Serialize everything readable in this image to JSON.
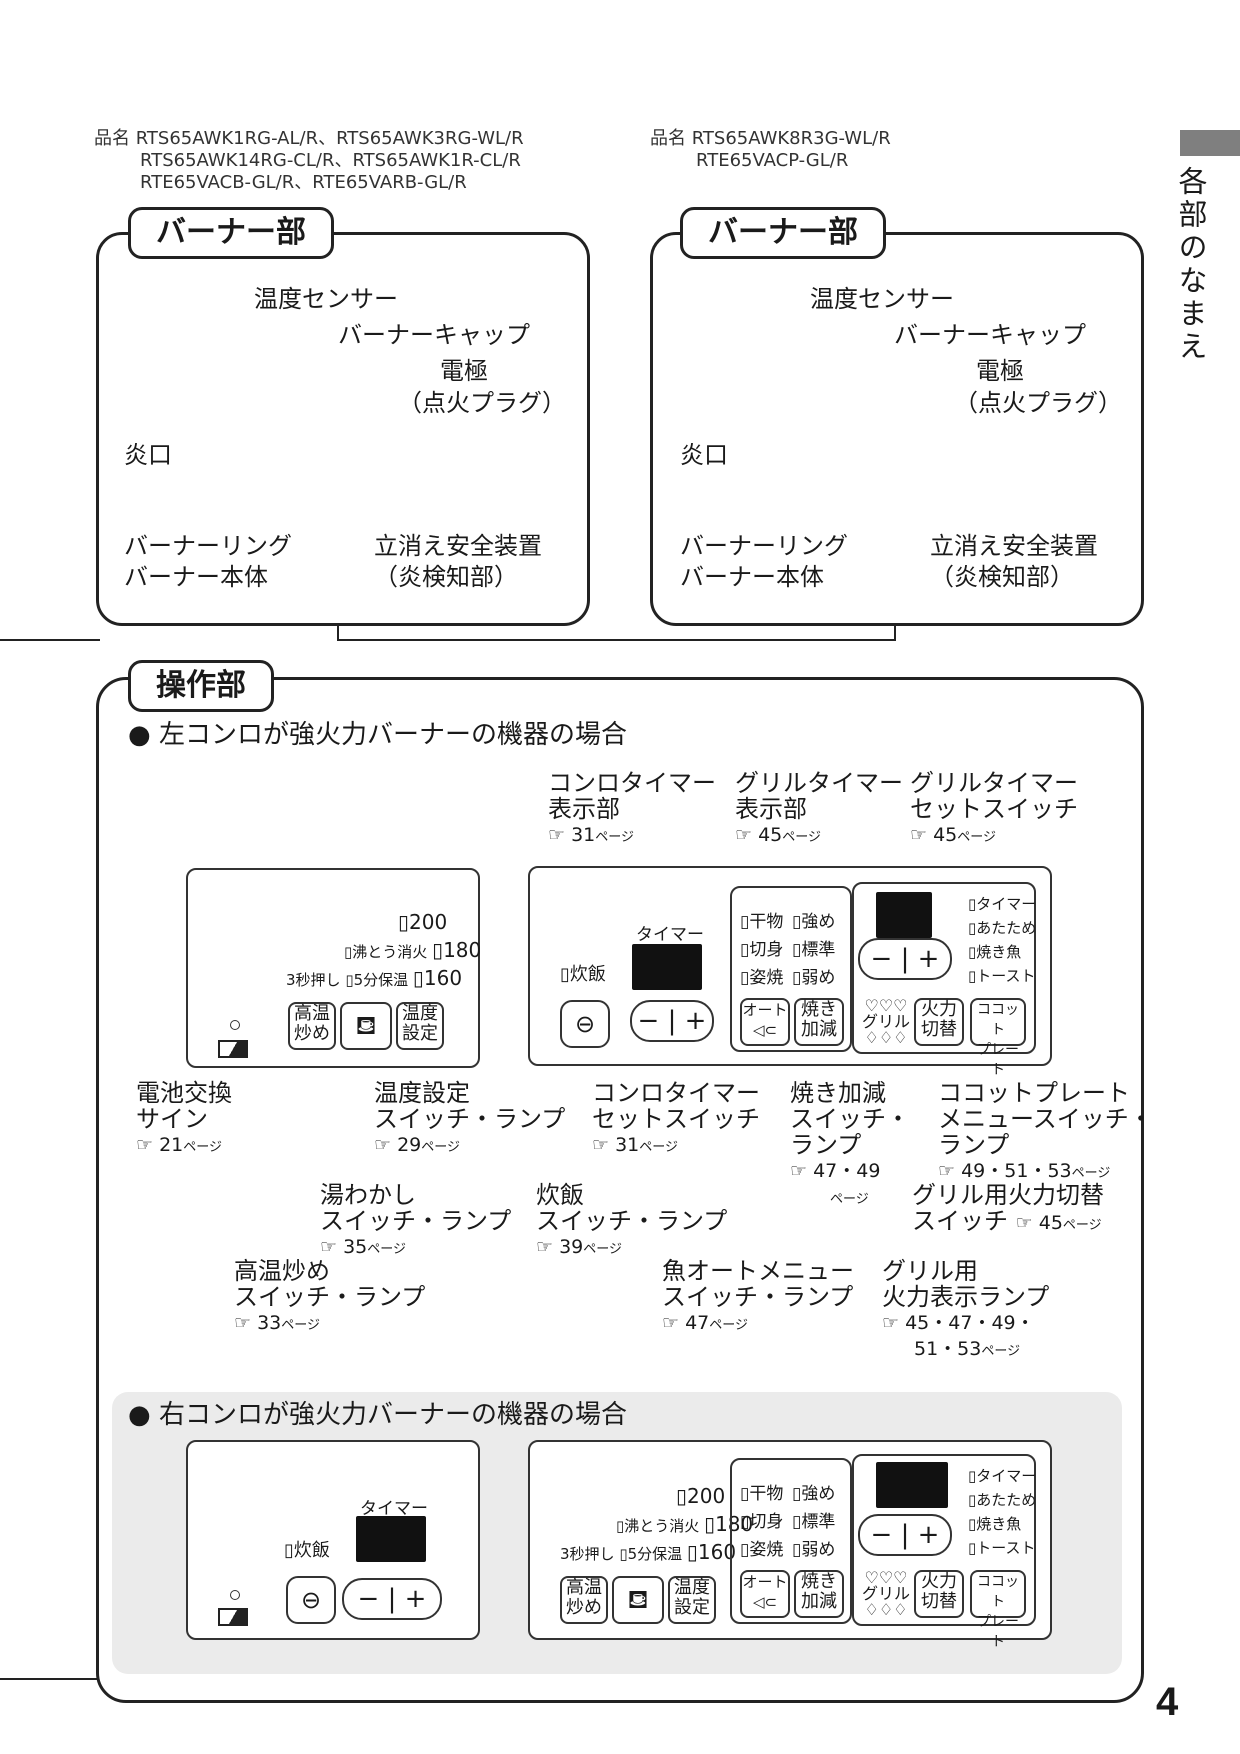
{
  "side_tab": {
    "label": "各部のなまえ"
  },
  "page_number": "4",
  "models_left": [
    "品名 RTS65AWK1RG-AL/R、RTS65AWK3RG-WL/R",
    "RTS65AWK14RG-CL/R、RTS65AWK1R-CL/R",
    "RTE65VACB-GL/R、RTE65VARB-GL/R"
  ],
  "models_right": [
    "品名 RTS65AWK8R3G-WL/R",
    "RTE65VACP-GL/R"
  ],
  "burner": {
    "title": "バーナー部",
    "labels": {
      "temp_sensor": "温度センサー",
      "cap": "バーナーキャップ",
      "electrode": "電極",
      "plug": "（点火プラグ）",
      "flame_port": "炎口",
      "ring": "バーナーリング",
      "body": "バーナー本体",
      "safety": "立消え安全装置",
      "safety_sub": "（炎検知部）"
    }
  },
  "control": {
    "title": "操作部",
    "case_left": "左コンロが強火力バーナーの機器の場合",
    "case_right": "右コンロが強火力バーナーの機器の場合",
    "bullet": "●",
    "panel": {
      "temps": [
        "200",
        "180",
        "160"
      ],
      "boil_off": "沸とう消火",
      "keep5": "5分保温",
      "press3": "3秒押し",
      "btn_hightemp": [
        "高温",
        "炒め"
      ],
      "btn_tempset": [
        "温度",
        "設定"
      ],
      "rice": "炊飯",
      "timer": "タイマー",
      "minus": "−",
      "plus": "+",
      "fish_col1": [
        "干物",
        "切身",
        "姿焼"
      ],
      "fish_col2": [
        "強め",
        "標準",
        "弱め"
      ],
      "btn_auto": "オート",
      "btn_yaki": [
        "焼き",
        "加減"
      ],
      "grill_menu": [
        "タイマー",
        "あたため",
        "焼き魚",
        "トースト"
      ],
      "grill_label": "グリル",
      "btn_fire": [
        "火力",
        "切替"
      ],
      "btn_cocotte": [
        "ココット",
        "プレート"
      ]
    },
    "callouts": {
      "konro_timer_disp": [
        "コンロタイマー",
        "表示部"
      ],
      "konro_timer_disp_ref": "31",
      "grill_timer_disp": [
        "グリルタイマー",
        "表示部"
      ],
      "grill_timer_disp_ref": "45",
      "grill_timer_set": [
        "グリルタイマー",
        "セットスイッチ"
      ],
      "grill_timer_set_ref": "45",
      "battery": [
        "電池交換",
        "サイン"
      ],
      "battery_ref": "21",
      "tempset": [
        "温度設定",
        "スイッチ・ランプ"
      ],
      "tempset_ref": "29",
      "konro_timer_set": [
        "コンロタイマー",
        "セットスイッチ"
      ],
      "konro_timer_set_ref": "31",
      "yaki": [
        "焼き加減",
        "スイッチ・",
        "ランプ"
      ],
      "yaki_ref": "47・49",
      "cocotte": [
        "ココットプレート",
        "メニュースイッチ・",
        "ランプ"
      ],
      "cocotte_ref": "49・51・53",
      "kettle": [
        "湯わかし",
        "スイッチ・ランプ"
      ],
      "kettle_ref": "35",
      "rice": [
        "炊飯",
        "スイッチ・ランプ"
      ],
      "rice_ref": "39",
      "fire_switch": [
        "グリル用火力切替",
        "スイッチ"
      ],
      "fire_switch_ref": "45",
      "hightemp": [
        "高温炒め",
        "スイッチ・ランプ"
      ],
      "hightemp_ref": "33",
      "fish_auto": [
        "魚オートメニュー",
        "スイッチ・ランプ"
      ],
      "fish_auto_ref": "47",
      "grill_lamp": [
        "グリル用",
        "火力表示ランプ"
      ],
      "grill_lamp_ref": "45・47・49・",
      "grill_lamp_ref2": "51・53",
      "ref_mark": "☞",
      "page_word": "ページ"
    }
  }
}
